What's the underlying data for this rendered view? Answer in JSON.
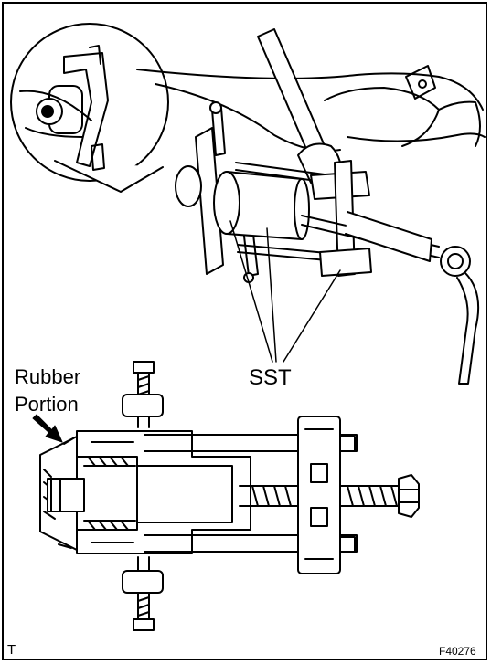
{
  "labels": {
    "sst": "SST",
    "rubber_line1": "Rubber",
    "rubber_line2": "Portion",
    "corner_code": "T",
    "figure_code": "F40276"
  }
}
